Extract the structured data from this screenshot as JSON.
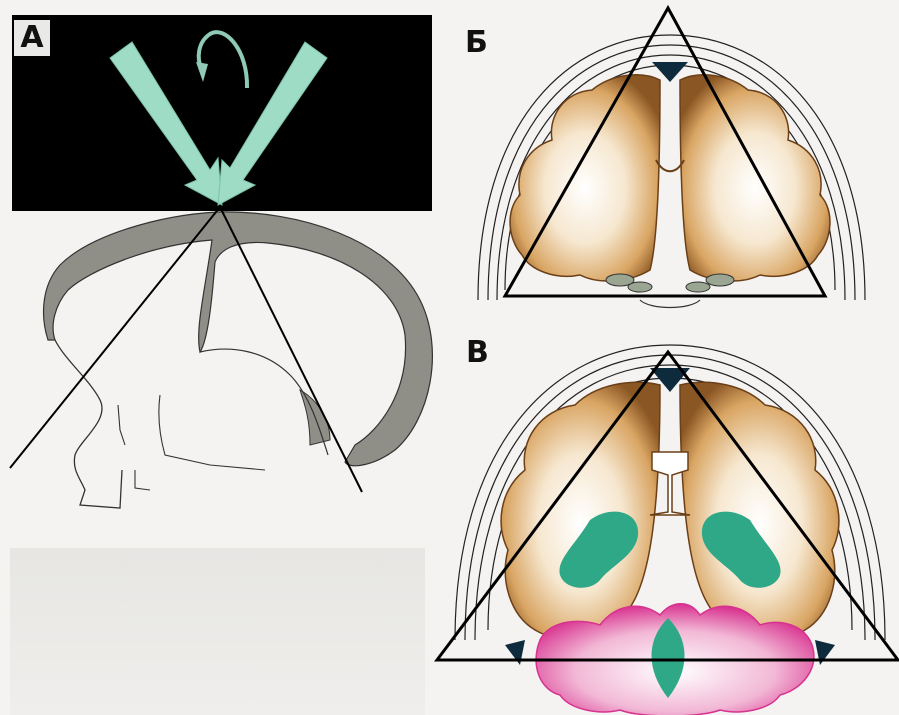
{
  "panels": {
    "a": {
      "label": "А"
    },
    "b": {
      "label": "Б"
    },
    "c": {
      "label": "В"
    }
  },
  "colors": {
    "background": "#f4f3f1",
    "beam": "#9fdcc6",
    "beam_edge": "#7cc3ab",
    "skull": "#8f8f88",
    "brain_white": "#ffffff",
    "brain_cortex": "#c99550",
    "cortex_dark": "#6b3f17",
    "nucleus": "#2ea886",
    "cerebellum": "#d8328f",
    "ventricle": "#0e2a3d",
    "triangle": "#000000"
  },
  "icons": {
    "rotation_arrow": "curved-rotation-arrow-icon"
  }
}
